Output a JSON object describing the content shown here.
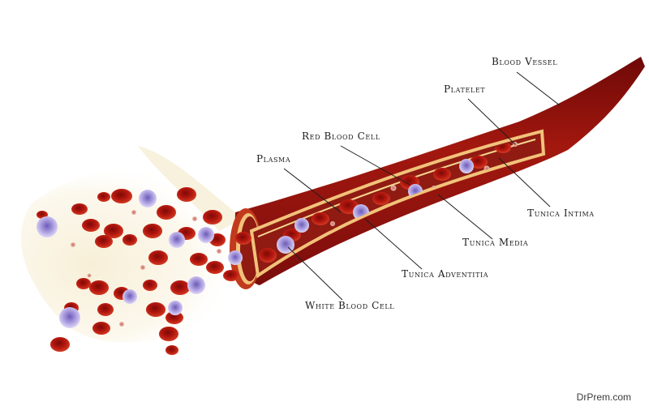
{
  "labels": {
    "blood_vessel": "Blood Vessel",
    "platelet": "Platelet",
    "red_blood_cell": "Red Blood Cell",
    "plasma": "Plasma",
    "tunica_intima": "Tunica Intima",
    "tunica_media": "Tunica Media",
    "tunica_adventitia": "Tunica Adventitia",
    "white_blood_cell": "White Blood Cell"
  },
  "watermark": "DrPrem.com",
  "colors": {
    "vessel_dark": "#7a0d0c",
    "vessel_mid": "#a3180f",
    "lumen": "#8f1b12",
    "layer_edge": "#f2c27a",
    "red_cell": "#b3170f",
    "white_cell": "#9f93d6",
    "plasma_glow": "#f5ecd2",
    "leader_line": "#1e1e1e"
  }
}
